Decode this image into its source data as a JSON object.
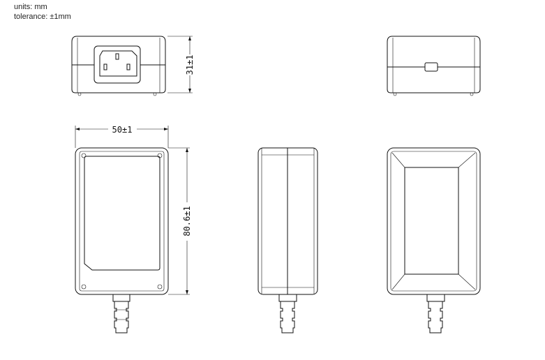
{
  "notes": {
    "units": "units: mm",
    "tolerance": "tolerance: ±1mm"
  },
  "dimensions": {
    "height": "31±1",
    "width": "50±1",
    "length": "80.6±1"
  },
  "views": [
    "front-inlet-view",
    "rear-view",
    "top-view",
    "side-view",
    "bottom-view"
  ]
}
